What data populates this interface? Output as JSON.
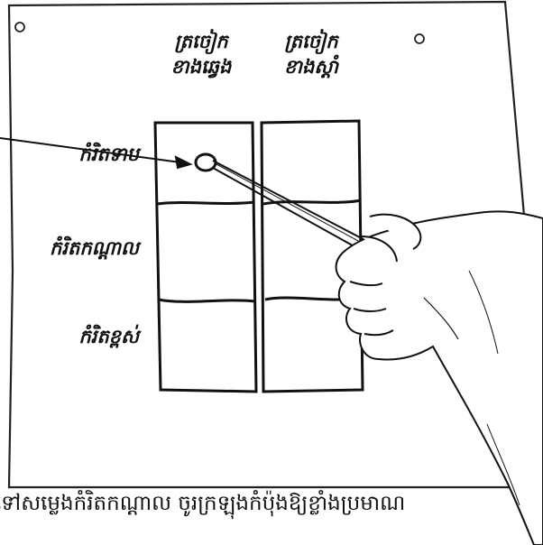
{
  "columns": [
    {
      "line1": "ត្រចៀក",
      "line2": "ខាងឆ្វេង"
    },
    {
      "line1": "ត្រចៀក",
      "line2": "ខាងស្តាំ"
    }
  ],
  "rows": [
    "កំរិតទាប",
    "កំរិតកណ្តាល",
    "កំរិតខ្ពស់"
  ],
  "caption": "ទៅសម្លេងកំរិតកណ្តាល ចូរក្រឡុងកំប៉ុងឱ្យខ្លាំងប្រមាណ"
}
